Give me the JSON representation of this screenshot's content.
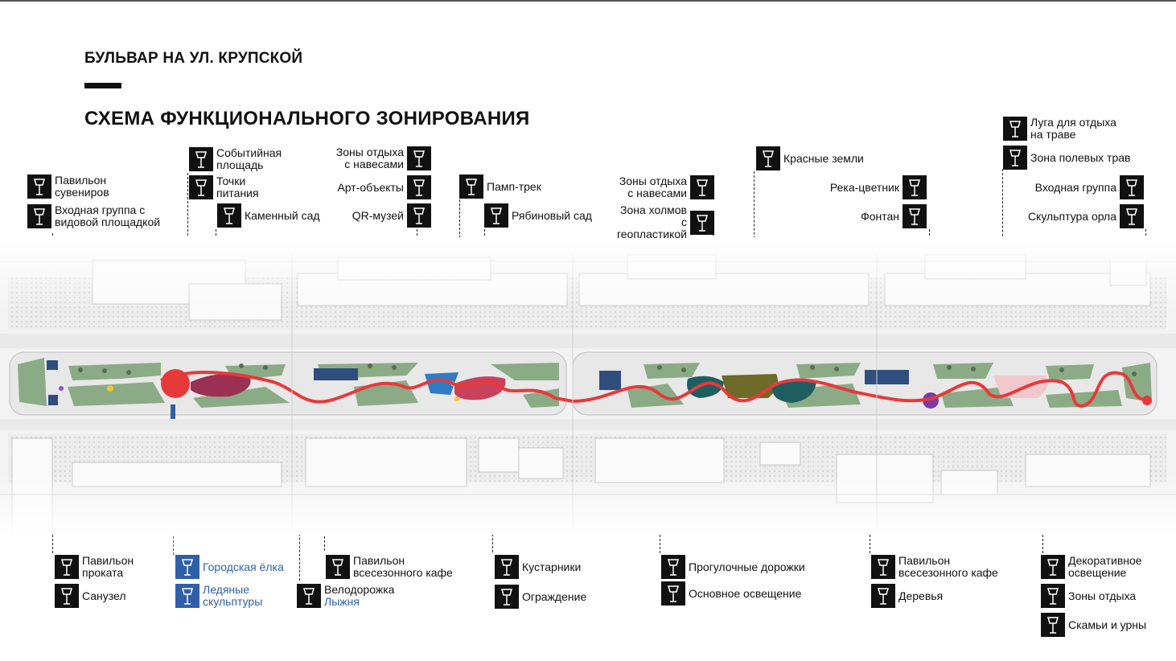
{
  "header": {
    "subtitle": "БУЛЬВАР НА УЛ. КРУПСКОЙ",
    "title": "СХЕМА ФУНКЦИОНАЛЬНОГО ЗОНИРОВАНИЯ"
  },
  "icon": "street-lamp-icon",
  "colors": {
    "route": "#e8393a",
    "lawn": "#8bab86",
    "building": "#2f4e7e",
    "highlight_blue": "#2f5fa8"
  },
  "labels_top": {
    "l1": "Павильон сувениров",
    "l2": "Входная группа с видовой площадкой",
    "l3": "Событийная площадь",
    "l4": "Точки питания",
    "l5": "Каменный сад",
    "l6": "Зоны отдыха с навесами",
    "l7": "Арт-объекты",
    "l8": "QR-музей",
    "l9": "Памп-трек",
    "l10": "Рябиновый сад",
    "l11": "Зоны отдыха с навесами",
    "l12": "Зона холмов с геопластикой",
    "l13": "Красные земли",
    "l14": "Река-цветник",
    "l15": "Фонтан",
    "l16": "Луга для отдыха на траве",
    "l17": "Зона полевых трав",
    "l18": "Входная группа",
    "l19": "Скульптура орла"
  },
  "labels_bottom": {
    "b1": "Павильон проката",
    "b2": "Санузел",
    "b3": "Городская ёлка",
    "b4": "Ледяные скульптуры",
    "b5": "Павильон всесезонного кафе",
    "b6": "Велодорожка",
    "b6b": "Лыжня",
    "b7": "Кустарники",
    "b8": "Ограждение",
    "b9": "Прогулочные дорожки",
    "b10": "Основное освещение",
    "b11": "Павильон всесезонного кафе",
    "b12": "Деревья",
    "b13": "Декоративное освещение",
    "b14": "Зоны отдыха",
    "b15": "Скамьи и урны"
  }
}
